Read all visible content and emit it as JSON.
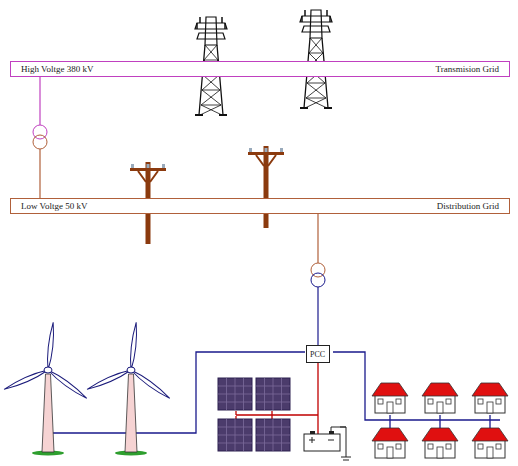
{
  "diagram": {
    "nodes": [
      {
        "text": [
          "High Voltge 380 kV",
          "Transmision Grid"
        ]
      },
      {
        "text": [
          "Low Voltge 50 kV",
          "Distribution Grid"
        ]
      },
      {
        "text": [
          "PCC"
        ]
      }
    ],
    "edges": [
      {
        "from": 0,
        "to": 1,
        "arrow": "none"
      },
      {
        "from": 1,
        "to": 2,
        "arrow": "none"
      }
    ]
  }
}
